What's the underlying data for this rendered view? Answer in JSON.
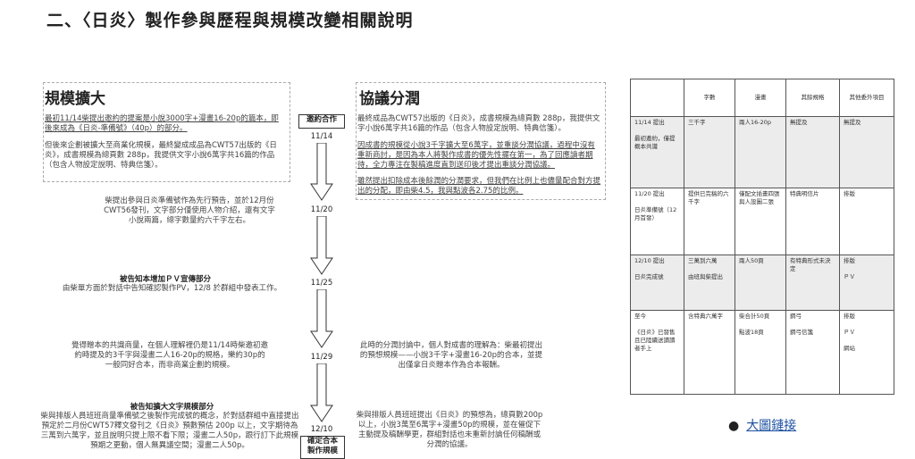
{
  "title": "二、〈日炎〉製作參與歷程與規模改變相關說明",
  "left": {
    "heading": "規模擴大",
    "p1": "最初11/14柴提出邀約的提案是小說3000字+漫畫16-20p的篇本，即後來成為《日炎-準備號》（40p）的部分。",
    "p2": "但後來企劃被擴大至商業化規模，最終變成成品為CWT57出版的《日炎》，成書規模為總頁數 288p，我提供文字小說6萬字共16篇的作品（包含人物設定說明、特典信箋）。",
    "p3": "柴提出參與日炎準備號作為先行預告，並於12月份CWT56發刊，文字部分僅使用人物介紹，還有文字小說兩篇，總字數量約六千字左右。",
    "p4_title": "被告知本增加ＰＶ宣傳部分",
    "p4": "由柴單方面於對話中告知確認製作PV，12/8 於群組中發表工作。",
    "p5": "覺得贈本的共識商量，在個人理解裡仍是11/14時柴邀初邀約時提及的3千字與漫畫二人16-20p的規格，樂約30p的一般同好合本，而非商業企劃的規模。",
    "p6_title": "被告知擴大文字規模部分",
    "p6": "柴與排版人員班班商量準備號之後製作完成號的概念，於對話群組中直接提出預定於二月份CWT57釋文發刊之《日炎》預數預估 200p 以上，文字期待為三萬到六萬字，並且說明只提上限不看下限；漫畫二人50p，跟行訂下此規模預期之更動，個人無異議空間；漫畫二人50p。"
  },
  "right": {
    "heading": "協議分潤",
    "p1": "最終成品為CWT57出版的《日炎》，成書規模為總頁數 288p，我提供文字小說6萬字共16篇的作品（包含人物設定說明、特典信箋）。",
    "p2": "因成書的規模從小說3千字擴大至6萬字，並重談分潤協議，過程中沒有重新商討，是因為本人將製作成書的優先性擺在第一，為了回應讀者期待，全力專注在製稿進度直到送印後才提出重談分潤協議。",
    "p3": "雖然提出扣除成本後餘潤的分潤要求，但我們在比例上也儘量配合對方提出的分配，即由柴4.5，我與點波各2.75的比例。",
    "p4": "此時的分潤討論中，個人對成書的理解為：柴最初提出的預想規模——小說3千字+漫畫16-20p的合本，並提出僅拿日炎贈本作為合本報酬。",
    "p5": "柴與排版人員班班提出《日炎》的預想為，總頁數200p 以上，小說3萬至6萬字+漫畫50p的規模，並在催促下主動提及稿酬學更，群組對話也未重新討論任何稿酬或分潤的協議。"
  },
  "timeline": {
    "box1": "邀約合作",
    "box2": "確定合本\n製作規模",
    "dates": [
      "11/14",
      "11/20",
      "11/25",
      "11/29",
      "12/10"
    ]
  },
  "table": {
    "headers": [
      "",
      "字數",
      "漫畫",
      "其餘規格",
      "其他委外項目"
    ],
    "rows": [
      [
        "11/14 提出\n\n最初邀約，僅提概本共識",
        "三千字",
        "兩人16-20p",
        "無提及",
        "無提及"
      ],
      [
        "11/20 提出\n\n日炎準備號（12月首發）",
        "提供已完稿的六千字",
        "僅配文插畫四張與人設圖二張",
        "特典明信片",
        "排版"
      ],
      [
        "12/10 提出\n\n日炎完成號",
        "三萬到六萬\n\n由班與柴提出",
        "兩人50頁",
        "有特典形式未決定",
        "排版\n\nＰＶ"
      ],
      [
        "至今\n\n《日炎》已發售且已陸續送讀讀者手上",
        "含特典六萬字",
        "柴合計50頁\n\n點波18頁",
        "鋼弓\n\n鋼弓信箋",
        "排版\n\nＰＶ\n\n網站"
      ]
    ]
  },
  "link": {
    "label": "大圖鏈接"
  }
}
